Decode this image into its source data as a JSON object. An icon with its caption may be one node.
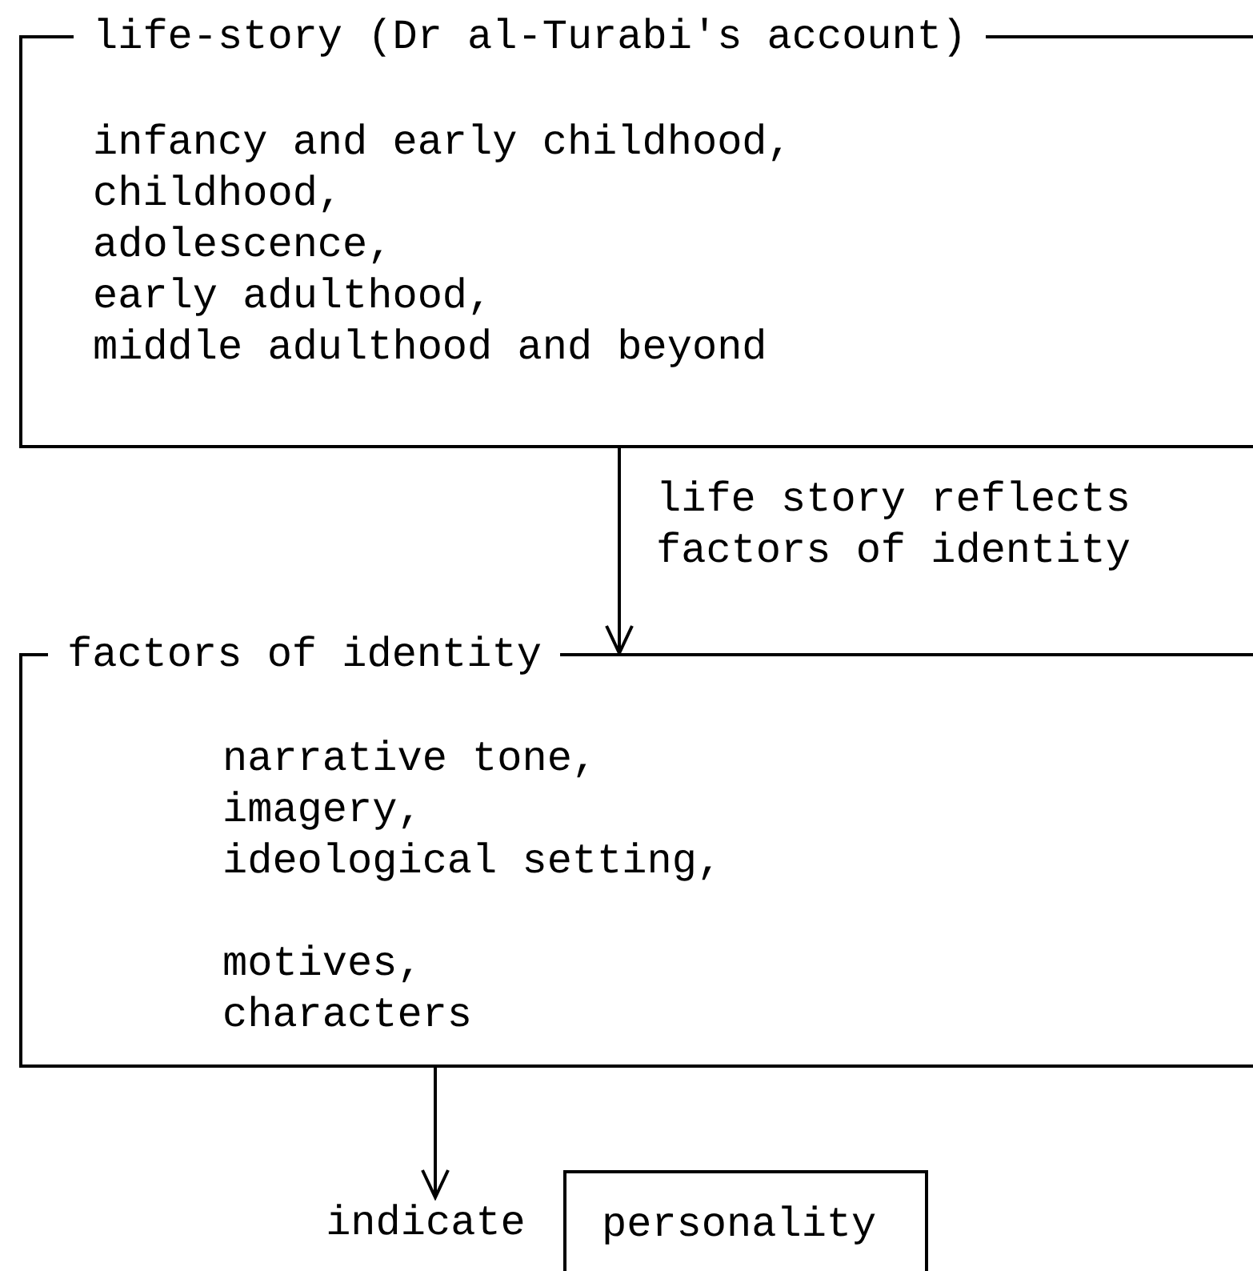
{
  "diagram": {
    "nodes": [
      {
        "text": [
          "life-story (Dr al-Turabi's account)",
          "infancy and early childhood,",
          "childhood,",
          "adolescence,",
          "early adulthood,",
          "middle adulthood and beyond"
        ]
      },
      {
        "text": [
          "factors of identity",
          "narrative tone,",
          "imagery,",
          "ideological setting,",
          "motives,",
          "characters"
        ]
      },
      {
        "text": [
          "indicate"
        ]
      },
      {
        "text": [
          "personality"
        ]
      }
    ],
    "edges": [
      {
        "from": 0,
        "to": 1,
        "arrow": "to",
        "label": "life story reflects factors of identity"
      },
      {
        "from": 1,
        "to": 2,
        "arrow": "to"
      }
    ]
  }
}
